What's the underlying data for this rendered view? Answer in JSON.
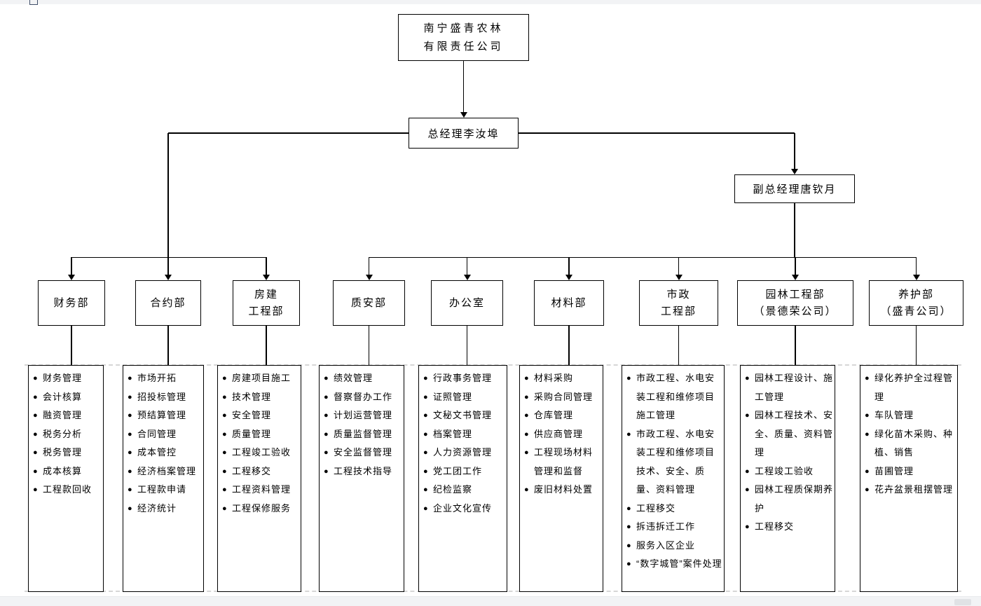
{
  "company": {
    "line1": "南宁盛青农林",
    "line2": "有限责任公司"
  },
  "general_manager": {
    "label": "总经理李汝埠"
  },
  "deputy_general_manager": {
    "label": "副总经理唐钦月"
  },
  "bullet": "●",
  "departments": [
    {
      "name": "财务部",
      "name_lines": [
        "财务部"
      ],
      "reports_to": "总经理李汝埠",
      "duties": [
        "财务管理",
        "会计核算",
        "融资管理",
        "税务分析",
        "税务管理",
        "成本核算",
        "工程款回收"
      ]
    },
    {
      "name": "合约部",
      "name_lines": [
        "合约部"
      ],
      "reports_to": "总经理李汝埠",
      "duties": [
        "市场开拓",
        "招投标管理",
        "预结算管理",
        "合同管理",
        "成本管控",
        "经济档案管理",
        "工程款申请",
        "经济统计"
      ]
    },
    {
      "name": "房建工程部",
      "name_lines": [
        "房建",
        "工程部"
      ],
      "reports_to": "总经理李汝埠",
      "duties": [
        "房建项目施工",
        "技术管理",
        "安全管理",
        "质量管理",
        "工程竣工验收",
        "工程移交",
        "工程资料管理",
        "工程保修服务"
      ]
    },
    {
      "name": "质安部",
      "name_lines": [
        "质安部"
      ],
      "reports_to": "副总经理唐钦月",
      "duties": [
        "绩效管理",
        "督察督办工作",
        "计划运营管理",
        "质量监督管理",
        "安全监督管理",
        "工程技术指导"
      ]
    },
    {
      "name": "办公室",
      "name_lines": [
        "办公室"
      ],
      "reports_to": "副总经理唐钦月",
      "duties": [
        "行政事务管理",
        "证照管理",
        "文秘文书管理",
        "档案管理",
        "人力资源管理",
        "党工团工作",
        "纪检监察",
        "企业文化宣传"
      ]
    },
    {
      "name": "材料部",
      "name_lines": [
        "材料部"
      ],
      "reports_to": "副总经理唐钦月",
      "duties": [
        "材料采购",
        "采购合同管理",
        "仓库管理",
        "供应商管理",
        "工程现场材料管理和监督",
        "废旧材料处置"
      ]
    },
    {
      "name": "市政工程部",
      "name_lines": [
        "市政",
        "工程部"
      ],
      "reports_to": "副总经理唐钦月",
      "duties": [
        "市政工程、水电安装工程和维修项目施工管理",
        "市政工程、水电安装工程和维修项目技术、安全、质量、资料管理",
        "工程移交",
        "拆违拆迁工作",
        "服务入区企业",
        "“数字城管”案件处理"
      ]
    },
    {
      "name": "园林工程部（景德荣公司）",
      "name_lines": [
        "园林工程部",
        "（景德荣公司）"
      ],
      "reports_to": "副总经理唐钦月",
      "duties": [
        "园林工程设计、施工管理",
        "园林工程技术、安全、质量、资料管理",
        "工程竣工验收",
        "园林工程质保期养护",
        "工程移交"
      ]
    },
    {
      "name": "养护部（盛青公司）",
      "name_lines": [
        "养护部",
        "（盛青公司）"
      ],
      "reports_to": "副总经理唐钦月",
      "duties": [
        "绿化养护全过程管理",
        "车队管理",
        "绿化苗木采购、种植、销售",
        "苗圃管理",
        "花卉盆景租摆管理"
      ]
    }
  ],
  "colors": {
    "line": "#000000",
    "box_border": "#000000",
    "background": "#ffffff",
    "chrome_strip": "#f2f3f5",
    "toolbar_icon_outline": "#41506a",
    "page_break_dash": "#d6d6d6"
  }
}
